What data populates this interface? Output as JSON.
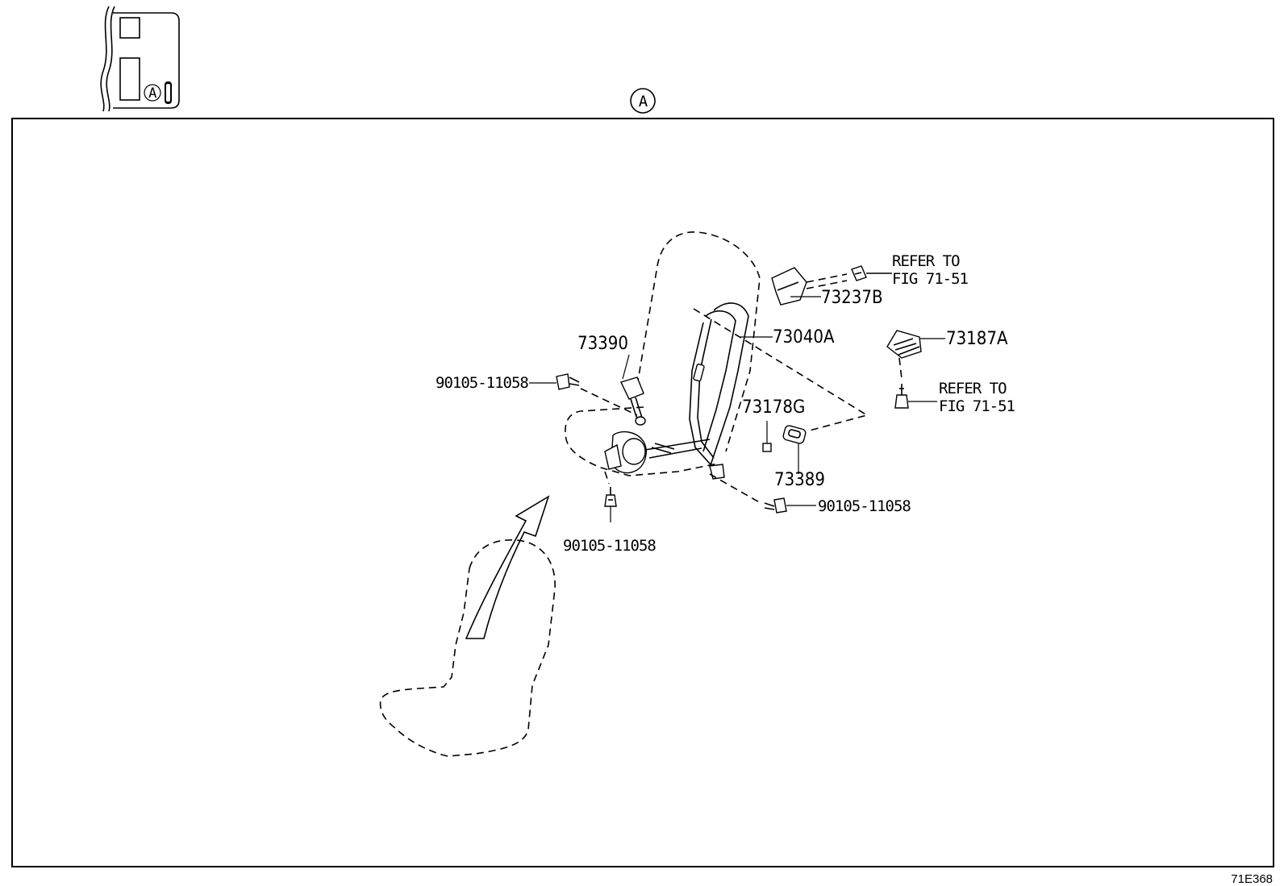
{
  "locator": {
    "marker": "A"
  },
  "section_marker": "A",
  "parts": {
    "p73237B": "73237B",
    "p73040A": "73040A",
    "p73187A": "73187A",
    "p73390": "73390",
    "p73178G": "73178G",
    "p73389": "73389",
    "bolt_left": "90105-11058",
    "bolt_bottom": "90105-11058",
    "bolt_right": "90105-11058"
  },
  "refs": {
    "ref1_line1": "REFER TO",
    "ref1_line2": "FIG 71-51",
    "ref2_line1": "REFER TO",
    "ref2_line2": "FIG 71-51"
  },
  "figure_id": "71E368"
}
